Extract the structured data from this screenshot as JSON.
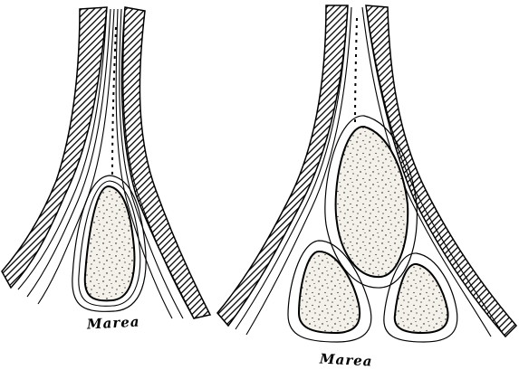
{
  "figures": [
    {
      "label": "Marea",
      "bars": 1
    },
    {
      "label": "Marea",
      "bars": 3
    }
  ],
  "colors": {
    "ink": "#000000",
    "paper": "#ffffff",
    "sand": "#f3f1ea"
  }
}
